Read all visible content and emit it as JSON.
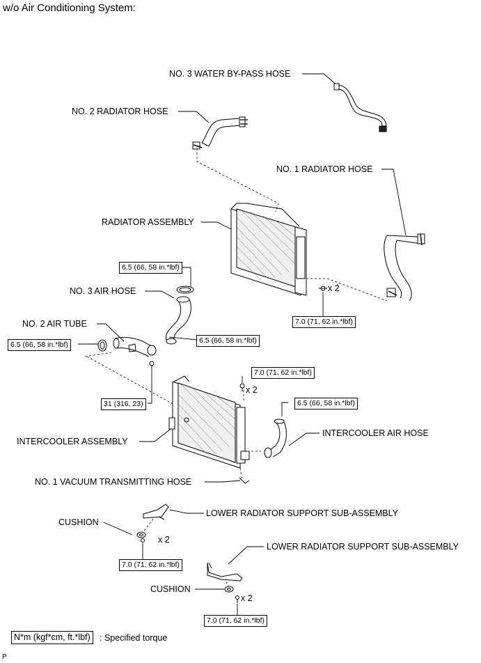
{
  "title": "w/o Air Conditioning System:",
  "labels": {
    "no3_water_bypass_hose": "NO. 3 WATER BY-PASS HOSE",
    "no2_radiator_hose": "NO. 2 RADIATOR HOSE",
    "no1_radiator_hose": "NO. 1 RADIATOR HOSE",
    "radiator_assembly": "RADIATOR ASSEMBLY",
    "no3_air_hose": "NO. 3 AIR HOSE",
    "no2_air_tube": "NO. 2 AIR TUBE",
    "intercooler_assembly": "INTERCOOLER ASSEMBLY",
    "intercooler_air_hose": "INTERCOOLER AIR HOSE",
    "no1_vacuum_transmitting_hose": "NO. 1 VACUUM TRANSMITTING HOSE",
    "lower_support_1": "LOWER RADIATOR SUPPORT SUB-ASSEMBLY",
    "lower_support_2": "LOWER RADIATOR SUPPORT SUB-ASSEMBLY",
    "cushion_1": "CUSHION",
    "cushion_2": "CUSHION"
  },
  "torques": {
    "no3_air_hose_upper": "6.5 (66, 58 in.*lbf)",
    "radiator_bolt": "7.0 (71, 62 in.*lbf)",
    "no3_air_hose_lower": "6.5 (66, 58 in.*lbf)",
    "no2_air_tube_clamp": "6.5 (66, 58 in.*lbf)",
    "intercooler_bolt": "7.0 (71, 62 in.*lbf)",
    "air_tube_bolt": "31 (316, 23)",
    "intercooler_air_hose_clamp": "6.5 (66, 58 in.*lbf)",
    "lower_support_1_bolt": "7.0 (71, 62 in.*lbf)",
    "lower_support_2_bolt": "7.0 (71, 62 in.*lbf)"
  },
  "quantities": {
    "radiator_bolt": "x 2",
    "intercooler_bolt": "x 2",
    "lower_support_1_bolt": "x 2",
    "lower_support_2_bolt": "x 2"
  },
  "legend": {
    "unit": "N*m (kgf*cm, ft.*lbf)",
    "meaning": ": Specified torque"
  },
  "footer_code": "P"
}
